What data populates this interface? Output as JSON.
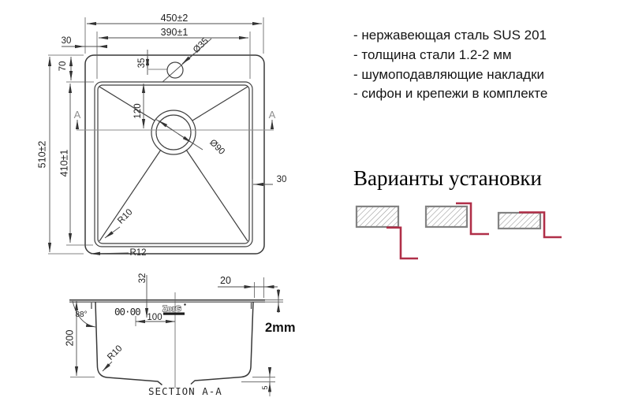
{
  "specs": {
    "items": [
      "- нержавеющая сталь SUS 201",
      "- толщина стали 1.2-2 мм",
      "- шумоподавляющие накладки",
      "- сифон и крепежи в комплекте"
    ]
  },
  "installation": {
    "title": "Варианты установки"
  },
  "top_view": {
    "width_outer": "450±2",
    "width_inner": "390±1",
    "edge_left": "30",
    "edge_right": "30",
    "rim_top": "70",
    "faucet_offset": "35",
    "faucet_hole_dia": "Ø35",
    "drain_offset": "120",
    "drain_dia": "Ø90",
    "height_outer": "510±2",
    "height_inner": "410±1",
    "corner_radius_inner": "R10",
    "corner_radius_outer": "R12",
    "section_marker": "A"
  },
  "section_view": {
    "title": "SECTION A-A",
    "overflow_offset": "32",
    "rim_width": "20",
    "rim_thickness": "2mm",
    "wall_angle": "88°",
    "depth": "200",
    "bottom_radius": "R10",
    "overflow_span": "100",
    "overflow_holes": "00·00",
    "bottom_slope": "5",
    "brand": "ZorG"
  },
  "colors": {
    "line": "#383838",
    "dim": "#4d4d4d",
    "red": "#b02f48",
    "hatch_border": "#838383",
    "marker_gray": "#8e8e8e"
  }
}
